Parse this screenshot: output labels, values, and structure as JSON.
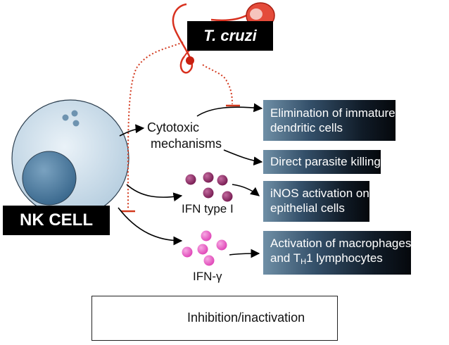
{
  "title": "",
  "cell": {
    "label": "NK CELL"
  },
  "pathogen": {
    "label": "T. cruzi"
  },
  "mediators": {
    "cytotoxic_line1": "Cytotoxic",
    "cytotoxic_line2": "mechanisms",
    "ifn1": "IFN type I",
    "ifng": "IFN-γ"
  },
  "outcomes": {
    "elim_line1": "Elimination of immature",
    "elim_line2": "dendritic cells",
    "killing": "Direct parasite killing",
    "inos_line1": "iNOS activation on",
    "inos_line2": "epithelial cells",
    "mac_line1": "Activation of macrophages",
    "mac_line2_pre": "and T",
    "mac_line2_sub": "H",
    "mac_line2_post": "1 lymphocytes"
  },
  "legend": {
    "text": "Inhibition/inactivation"
  },
  "colors": {
    "cell_fill": "#cfe0ee",
    "nucleus": "#4f7fa3",
    "parasite": "#d8311f",
    "ifn1_dot": "#8a2a62",
    "ifng_dot": "#ea64c8",
    "inhibition": "#d23a1f"
  }
}
